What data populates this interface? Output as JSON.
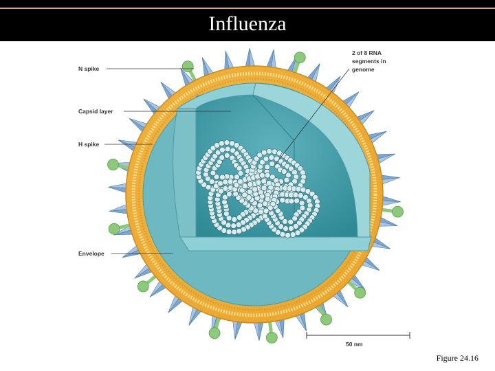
{
  "title": "Influenza",
  "labels": {
    "n_spike": "N spike",
    "capsid_layer": "Capsid layer",
    "h_spike": "H spike",
    "envelope": "Envelope",
    "rna_line1": "2 of 8 RNA",
    "rna_line2": "segments in",
    "rna_line3": "genome"
  },
  "scale_bar": "50 nm",
  "figure_caption": "Figure 24.16",
  "colors": {
    "envelope": "#f2b63c",
    "capsid_outer": "#7cc0c8",
    "capsid_inner": "#3f9aa6",
    "spike_blue": "#7fa6cf",
    "spike_green": "#8cc97a"
  }
}
